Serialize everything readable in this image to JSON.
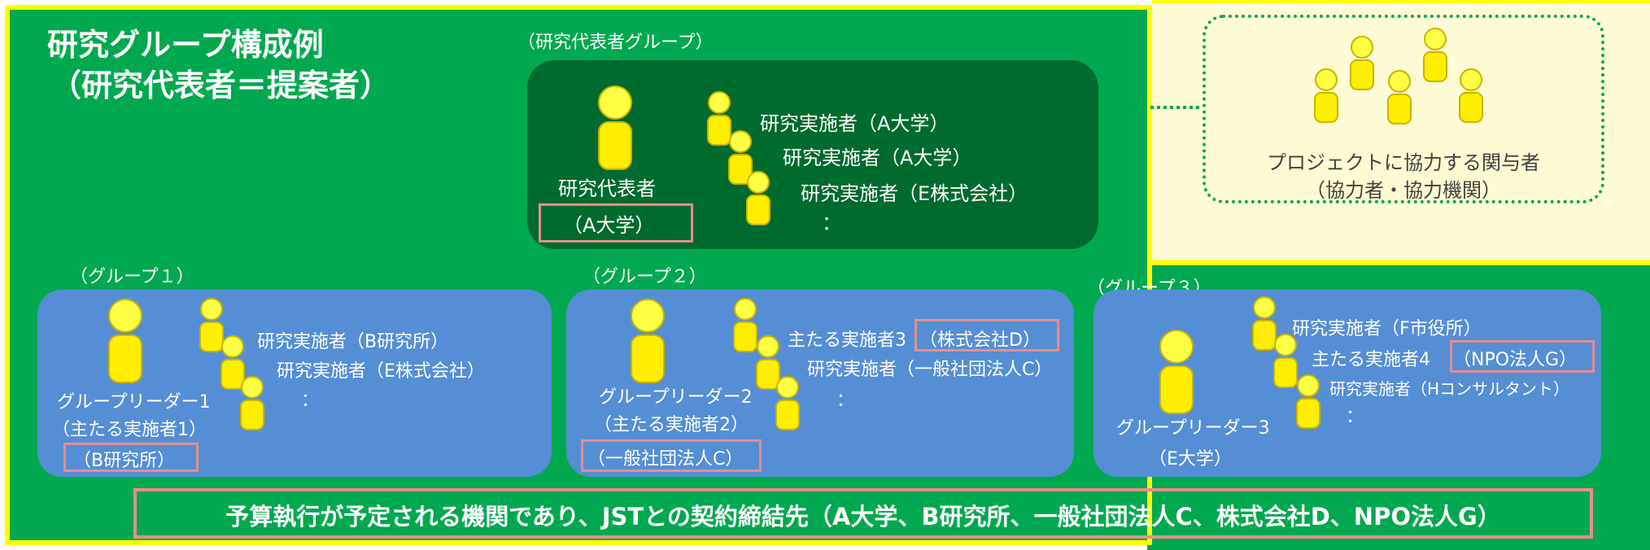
{
  "title": {
    "line1": "研究グループ構成例",
    "line2": "（研究代表者＝提案者）"
  },
  "rep_group": {
    "label": "（研究代表者グループ）",
    "leader_role": "研究代表者",
    "leader_org": "（A大学）",
    "members": [
      "研究実施者（A大学）",
      "研究実施者（A大学）",
      "研究実施者（E株式会社）"
    ],
    "ellipsis": "："
  },
  "cooperators": {
    "line1": "プロジェクトに協力する関与者",
    "line2": "（協力者・協力機関）"
  },
  "groups": [
    {
      "label": "（グループ１）",
      "leader_role": "グループリーダー1",
      "leader_sub": "（主たる実施者1）",
      "leader_org": "（B研究所）",
      "members": [
        "研究実施者（B研究所）",
        "研究実施者（E株式会社）"
      ],
      "ellipsis": "："
    },
    {
      "label": "（グループ２）",
      "leader_role": "グループリーダー2",
      "leader_sub": "（主たる実施者2）",
      "leader_org": "（一般社団法人C）",
      "member1_prefix": "主たる実施者3",
      "member1_org": "（株式会社D）",
      "member2": "研究実施者（一般社団法人C）",
      "ellipsis": "："
    },
    {
      "label": "（グループ３）",
      "leader_role": "グループリーダー3",
      "leader_org": "（E大学）",
      "member1": "研究実施者（F市役所）",
      "member2_prefix": "主たる実施者4",
      "member2_org": "（NPO法人G）",
      "member3": "研究実施者（Hコンサルタント）",
      "ellipsis": "："
    }
  ],
  "bottom_note": "予算執行が予定される機関であり、JSTとの契約締結先（A大学、B研究所、一般社団法人C、株式会社D、NPO法人G）",
  "colors": {
    "main_green": "#00a84f",
    "dark_green": "#006b2e",
    "blue": "#558ed5",
    "yellow": "#ffff00",
    "highlight_border": "#e58e8e",
    "cream": "#fffbd4"
  }
}
